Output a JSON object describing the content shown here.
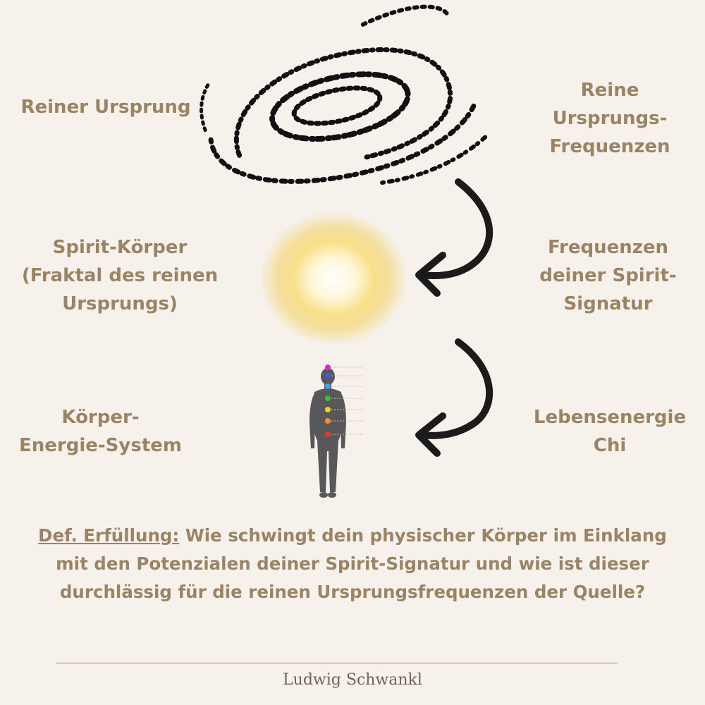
{
  "labels": {
    "pure_origin": "Reiner Ursprung",
    "pure_origin_frequencies": [
      "Reine",
      "Ursprungs-",
      "Frequenzen"
    ],
    "spirit_body": [
      "Spirit-Körper",
      "(Fraktal des reinen",
      "Ursprungs)"
    ],
    "spirit_frequencies": [
      "Frequenzen",
      "deiner Spirit-",
      "Signatur"
    ],
    "body_energy_system": [
      "Körper-",
      "Energie-System"
    ],
    "life_energy": [
      "Lebensenergie",
      "Chi"
    ]
  },
  "definition": {
    "term": "Def. Erfüllung:",
    "text": " Wie schwingt dein physischer Körper im Einklang mit den Potenzialen deiner Spirit-Signatur und wie ist dieser durchlässig für die reinen Ursprungsfrequenzen der Quelle?"
  },
  "author": "Ludwig Schwankl",
  "colors": {
    "background": "#f6f1ea",
    "label_text": "#9a8466",
    "arrow": "#1b1b1b",
    "body_silhouette": "#58585a",
    "chakras": [
      "#d02fd0",
      "#3a5fd8",
      "#3aa6e8",
      "#3fba3f",
      "#e8d52a",
      "#f0902a",
      "#e03a2a"
    ]
  },
  "icons": [
    "galaxy-spiral-icon",
    "sun-glow-icon",
    "human-body-chakra-icon",
    "curved-arrow-icon"
  ]
}
